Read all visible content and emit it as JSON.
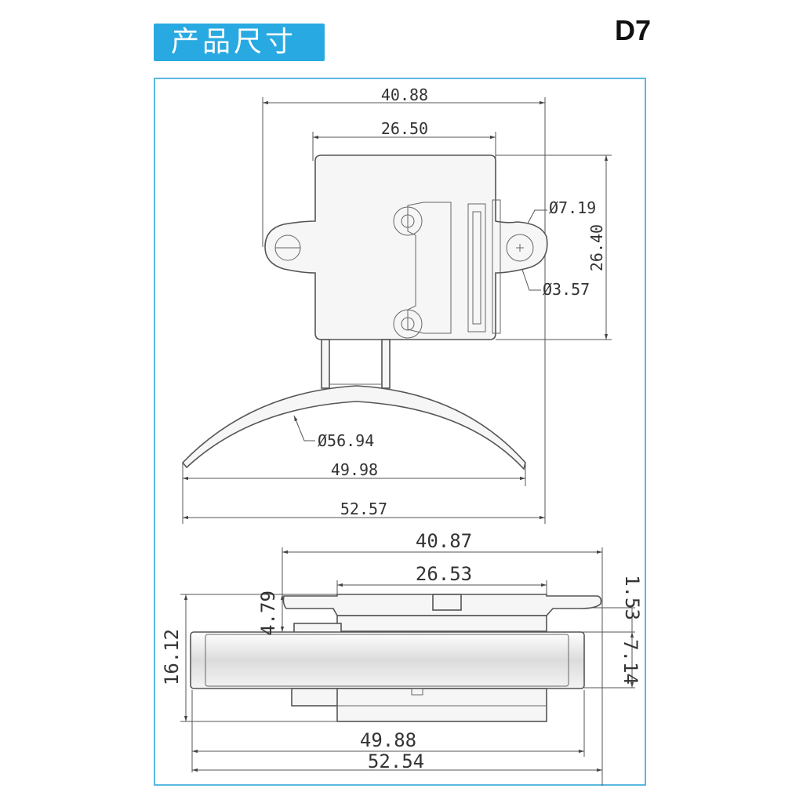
{
  "header": {
    "title": "产品尺寸",
    "model_code": "D7"
  },
  "top_view": {
    "dims": {
      "overall_width": "40.88",
      "body_width": "26.50",
      "hole_large": "Ø7.19",
      "height": "26.40",
      "hole_small": "Ø3.57",
      "arc_diameter": "Ø56.94",
      "arc_chord": "49.98",
      "total_width": "52.57"
    }
  },
  "side_view": {
    "dims": {
      "overall_width": "40.87",
      "body_width": "26.53",
      "flange_height": "4.79",
      "flange_thickness": "1.53",
      "total_height": "16.12",
      "base_height": "7.14",
      "base_chord": "49.88",
      "total_width": "52.54"
    }
  }
}
